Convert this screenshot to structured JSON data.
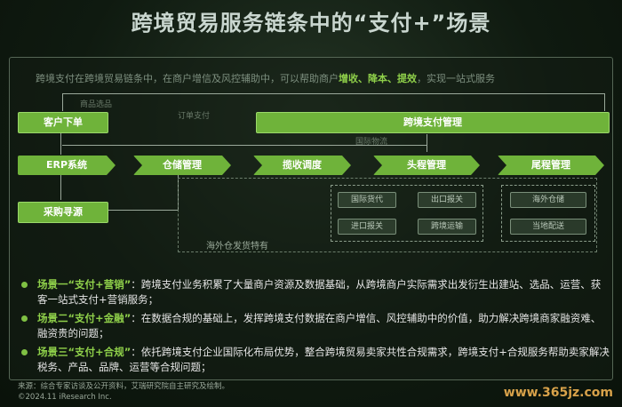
{
  "title": "跨境贸易服务链条中的“支付+”场景",
  "subtitle": {
    "pre": "跨境支付在跨境贸易链条中，在商户增信及风控辅助中，可以帮助商户",
    "highlight": "增收、降本、提效",
    "post": "，实现一站式服务"
  },
  "flow": {
    "customer_order": "客户下单",
    "cross_border_payment_mgmt": "跨境支付管理",
    "erp": "ERP系统",
    "warehouse_mgmt": "仓储管理",
    "collection_dispatch": "揽收调度",
    "first_mile": "头程管理",
    "last_mile": "尾程管理",
    "procurement": "采购寻源",
    "first_mile_sub": [
      "国际货代",
      "出口报关",
      "进口报关",
      "跨境运输"
    ],
    "last_mile_sub": [
      "海外仓储",
      "当地配送"
    ],
    "note_overseas": "海外仓发货特有",
    "faint_labels": [
      "商品选品",
      "订单支付",
      "国际物流"
    ]
  },
  "scenarios": [
    {
      "lead": "场景一“支付+营销”",
      "text": "：跨境支付业务积累了大量商户资源及数据基础，从跨境商户实际需求出发衍生出建站、选品、运营、获客一站式支付+营销服务；"
    },
    {
      "lead": "场景二“支付+金融”",
      "text": "：在数据合规的基础上，发挥跨境支付数据在商户增信、风控辅助中的价值，助力解决跨境商家融资难、融资贵的问题；"
    },
    {
      "lead": "场景三“支付+合规”",
      "text": "：依托跨境支付企业国际化布局优势，整合跨境贸易卖家共性合规需求，跨境支付+合规服务帮助卖家解决税务、产品、品牌、运营等合规问题；"
    }
  ],
  "source": "来源：综合专家访谈及公开资料，艾瑞研究院自主研究及绘制。",
  "copyright": "©2024.11 iResearch Inc.",
  "watermark": "www.365jz.com",
  "colors": {
    "accent": "#6fb33a",
    "highlight": "#8fd04a",
    "background": "#0d1a0d"
  }
}
